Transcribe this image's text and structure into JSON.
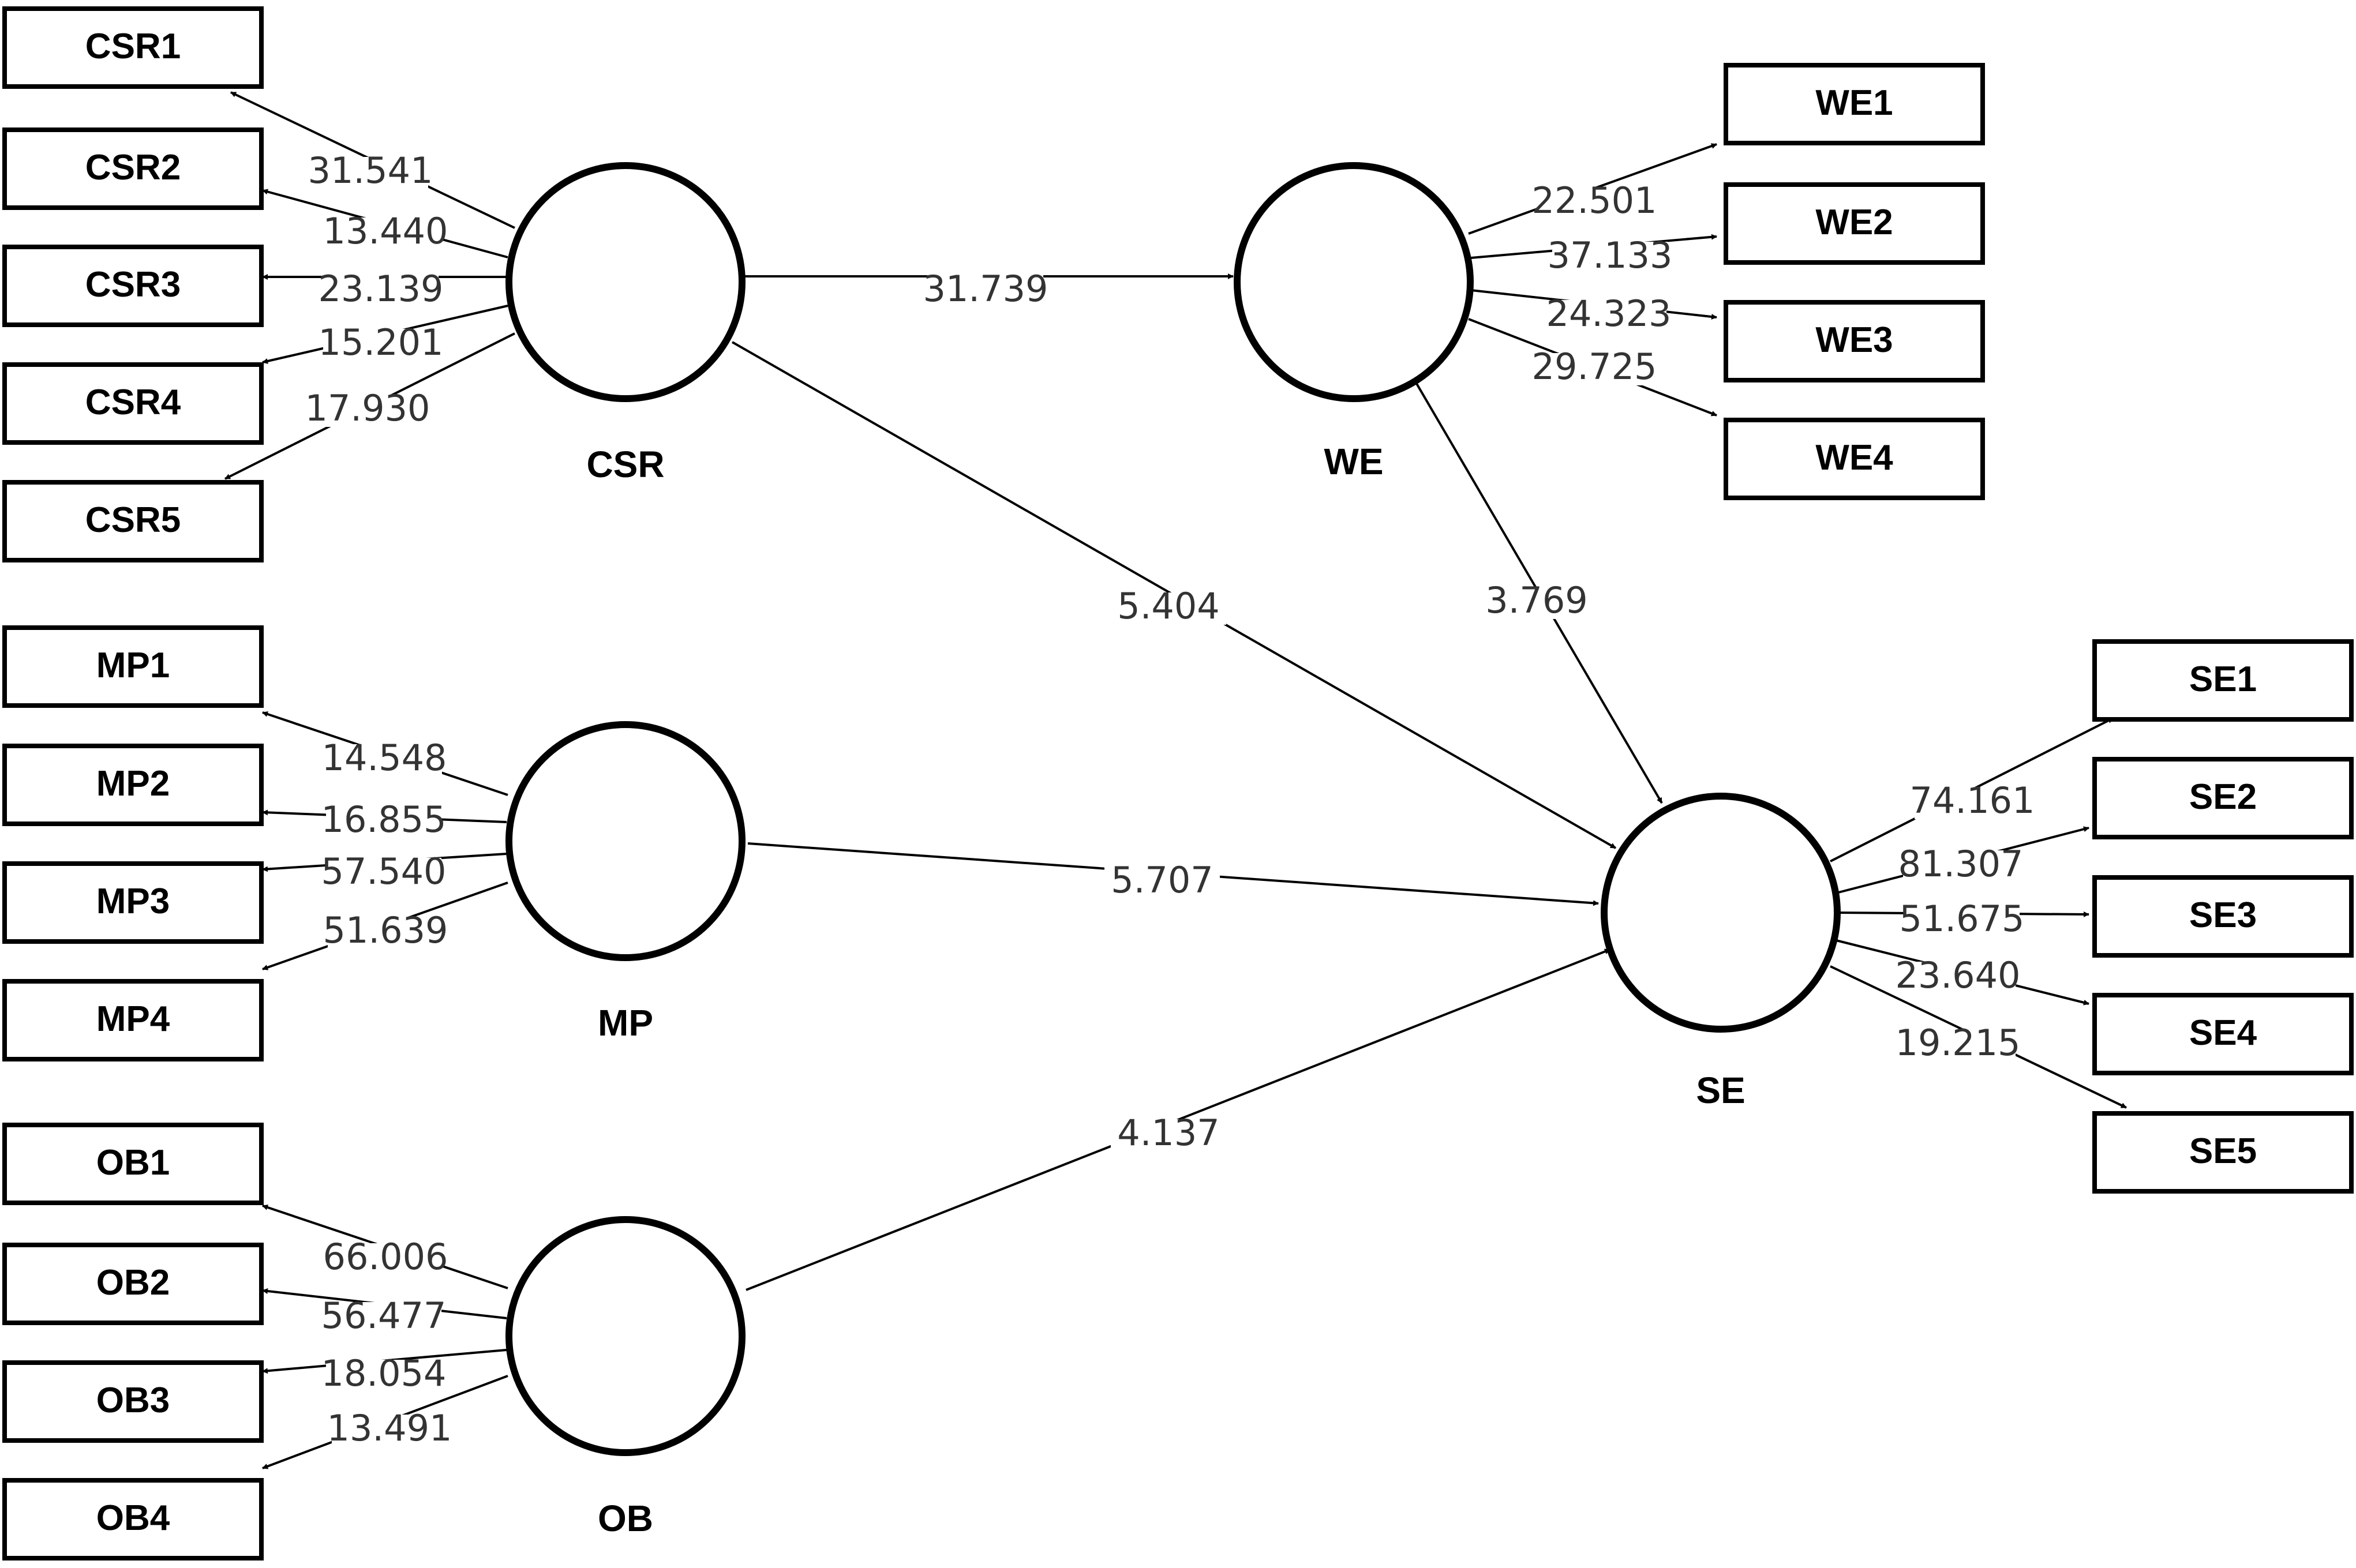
{
  "diagram": {
    "latent": [
      {
        "id": "CSR",
        "label": "CSR"
      },
      {
        "id": "MP",
        "label": "MP"
      },
      {
        "id": "OB",
        "label": "OB"
      },
      {
        "id": "WE",
        "label": "WE"
      },
      {
        "id": "SE",
        "label": "SE"
      }
    ],
    "indicators": [
      {
        "id": "CSR1",
        "label": "CSR1",
        "latent": "CSR",
        "loading": "31.541"
      },
      {
        "id": "CSR2",
        "label": "CSR2",
        "latent": "CSR",
        "loading": "13.440"
      },
      {
        "id": "CSR3",
        "label": "CSR3",
        "latent": "CSR",
        "loading": "23.139"
      },
      {
        "id": "CSR4",
        "label": "CSR4",
        "latent": "CSR",
        "loading": "15.201"
      },
      {
        "id": "CSR5",
        "label": "CSR5",
        "latent": "CSR",
        "loading": "17.930"
      },
      {
        "id": "MP1",
        "label": "MP1",
        "latent": "MP",
        "loading": "14.548"
      },
      {
        "id": "MP2",
        "label": "MP2",
        "latent": "MP",
        "loading": "16.855"
      },
      {
        "id": "MP3",
        "label": "MP3",
        "latent": "MP",
        "loading": "57.540"
      },
      {
        "id": "MP4",
        "label": "MP4",
        "latent": "MP",
        "loading": "51.639"
      },
      {
        "id": "OB1",
        "label": "OB1",
        "latent": "OB",
        "loading": "66.006"
      },
      {
        "id": "OB2",
        "label": "OB2",
        "latent": "OB",
        "loading": "56.477"
      },
      {
        "id": "OB3",
        "label": "OB3",
        "latent": "OB",
        "loading": "18.054"
      },
      {
        "id": "OB4",
        "label": "OB4",
        "latent": "OB",
        "loading": "13.491"
      },
      {
        "id": "WE1",
        "label": "WE1",
        "latent": "WE",
        "loading": "22.501"
      },
      {
        "id": "WE2",
        "label": "WE2",
        "latent": "WE",
        "loading": "37.133"
      },
      {
        "id": "WE3",
        "label": "WE3",
        "latent": "WE",
        "loading": "24.323"
      },
      {
        "id": "WE4",
        "label": "WE4",
        "latent": "WE",
        "loading": "29.725"
      },
      {
        "id": "SE1",
        "label": "SE1",
        "latent": "SE",
        "loading": "74.161"
      },
      {
        "id": "SE2",
        "label": "SE2",
        "latent": "SE",
        "loading": "81.307"
      },
      {
        "id": "SE3",
        "label": "SE3",
        "latent": "SE",
        "loading": "51.675"
      },
      {
        "id": "SE4",
        "label": "SE4",
        "latent": "SE",
        "loading": "23.640"
      },
      {
        "id": "SE5",
        "label": "SE5",
        "latent": "SE",
        "loading": "19.215"
      }
    ],
    "paths": [
      {
        "id": "CSR-WE",
        "from": "CSR",
        "to": "WE",
        "value": "31.739"
      },
      {
        "id": "CSR-SE",
        "from": "CSR",
        "to": "SE",
        "value": "5.404"
      },
      {
        "id": "WE-SE",
        "from": "WE",
        "to": "SE",
        "value": "3.769"
      },
      {
        "id": "MP-SE",
        "from": "MP",
        "to": "SE",
        "value": "5.707"
      },
      {
        "id": "OB-SE",
        "from": "OB",
        "to": "SE",
        "value": "4.137"
      }
    ]
  }
}
